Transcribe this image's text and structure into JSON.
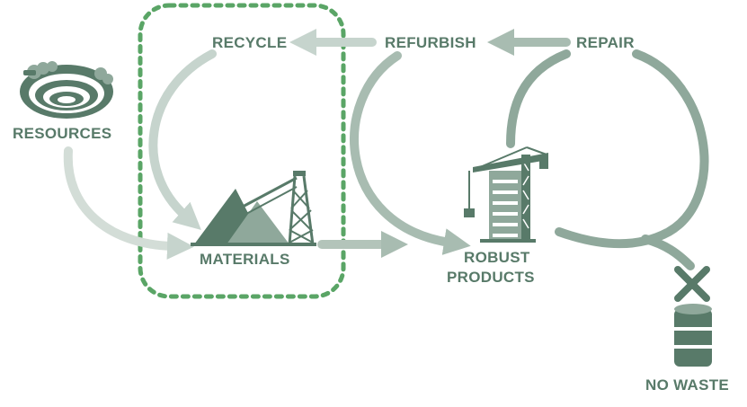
{
  "diagram": {
    "labels": {
      "recycle": "RECYCLE",
      "refurbish": "REFURBISH",
      "repair": "REPAIR",
      "resources": "RESOURCES",
      "materials": "MATERIALS",
      "robust": "ROBUST",
      "products": "PRODUCTS",
      "no_waste": "NO WASTE"
    },
    "icons": {
      "resources": "open-pit-mine-icon",
      "materials": "mine-headframe-icon",
      "products": "construction-crane-icon",
      "no_waste": "crossed-barrel-icon"
    },
    "colors": {
      "dark": "#587a69",
      "mid": "#8fa89b",
      "light": "#c6d4cd",
      "highlight": "#5aa566",
      "text": "#587a69"
    }
  }
}
